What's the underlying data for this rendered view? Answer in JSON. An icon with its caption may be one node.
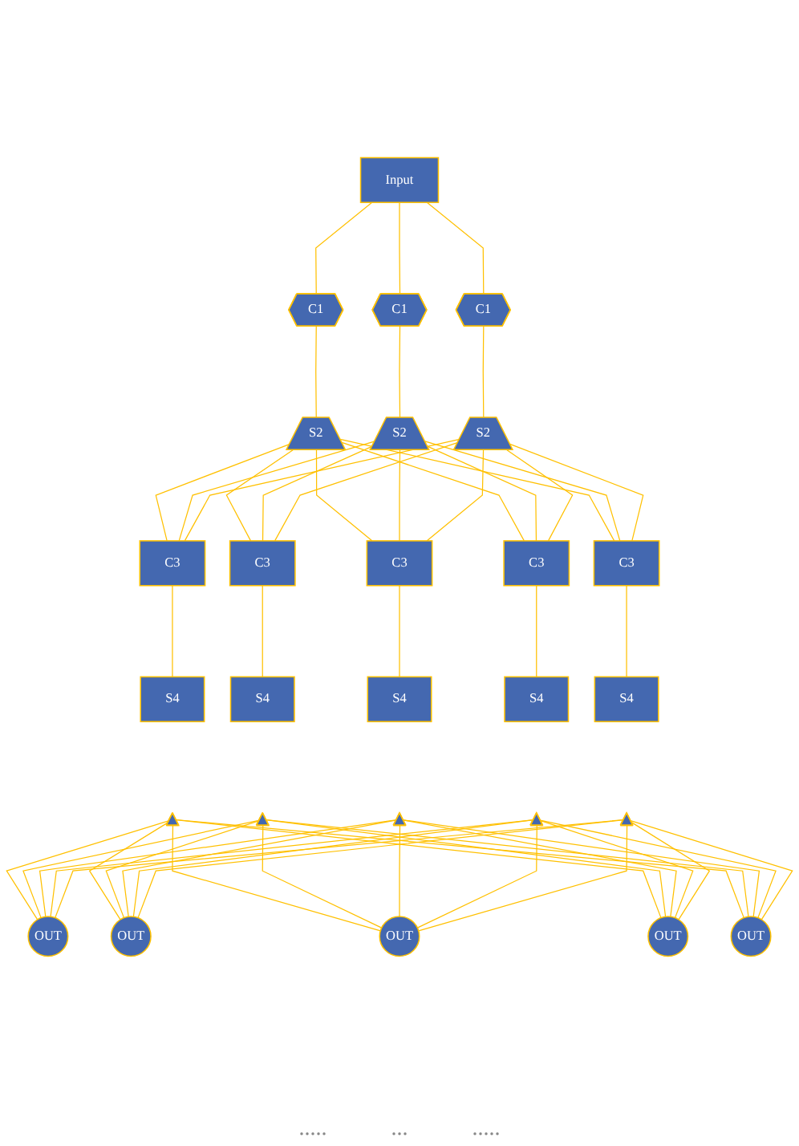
{
  "diagram": {
    "nodes": [
      {
        "text": [
          "Input"
        ]
      },
      {
        "text": [
          "C1"
        ]
      },
      {
        "text": [
          "C1"
        ]
      },
      {
        "text": [
          "C1"
        ]
      },
      {
        "text": [
          "S2"
        ]
      },
      {
        "text": [
          "S2"
        ]
      },
      {
        "text": [
          "S2"
        ]
      },
      {
        "text": [
          "C3"
        ]
      },
      {
        "text": [
          "C3"
        ]
      },
      {
        "text": [
          "C3"
        ]
      },
      {
        "text": [
          "C3"
        ]
      },
      {
        "text": [
          "C3"
        ]
      },
      {
        "text": [
          "S4"
        ]
      },
      {
        "text": [
          "S4"
        ]
      },
      {
        "text": [
          "S4"
        ]
      },
      {
        "text": [
          "S4"
        ]
      },
      {
        "text": [
          "S4"
        ]
      },
      {
        "text": [],
        "shape": "triangle"
      },
      {
        "text": [],
        "shape": "triangle"
      },
      {
        "text": [],
        "shape": "triangle"
      },
      {
        "text": [],
        "shape": "triangle"
      },
      {
        "text": [],
        "shape": "triangle"
      },
      {
        "text": [
          "OUT"
        ]
      },
      {
        "text": [
          "OUT"
        ]
      },
      {
        "text": [
          "OUT"
        ]
      },
      {
        "text": [
          "OUT"
        ]
      },
      {
        "text": [
          "OUT"
        ]
      }
    ],
    "edges": [
      {
        "from": 0,
        "to": 1,
        "arrow": "none"
      },
      {
        "from": 0,
        "to": 2,
        "arrow": "none"
      },
      {
        "from": 0,
        "to": 3,
        "arrow": "none"
      },
      {
        "from": 1,
        "to": 4,
        "arrow": "none"
      },
      {
        "from": 2,
        "to": 5,
        "arrow": "none"
      },
      {
        "from": 3,
        "to": 6,
        "arrow": "none"
      },
      {
        "from": 4,
        "to": 7,
        "arrow": "none"
      },
      {
        "from": 4,
        "to": 8,
        "arrow": "none"
      },
      {
        "from": 4,
        "to": 9,
        "arrow": "none"
      },
      {
        "from": 4,
        "to": 10,
        "arrow": "none"
      },
      {
        "from": 4,
        "to": 11,
        "arrow": "none"
      },
      {
        "from": 5,
        "to": 7,
        "arrow": "none"
      },
      {
        "from": 5,
        "to": 8,
        "arrow": "none"
      },
      {
        "from": 5,
        "to": 9,
        "arrow": "none"
      },
      {
        "from": 5,
        "to": 10,
        "arrow": "none"
      },
      {
        "from": 5,
        "to": 11,
        "arrow": "none"
      },
      {
        "from": 6,
        "to": 7,
        "arrow": "none"
      },
      {
        "from": 6,
        "to": 8,
        "arrow": "none"
      },
      {
        "from": 6,
        "to": 9,
        "arrow": "none"
      },
      {
        "from": 6,
        "to": 10,
        "arrow": "none"
      },
      {
        "from": 6,
        "to": 11,
        "arrow": "none"
      },
      {
        "from": 7,
        "to": 12,
        "arrow": "none"
      },
      {
        "from": 8,
        "to": 13,
        "arrow": "none"
      },
      {
        "from": 9,
        "to": 14,
        "arrow": "none"
      },
      {
        "from": 10,
        "to": 15,
        "arrow": "none"
      },
      {
        "from": 11,
        "to": 16,
        "arrow": "none"
      },
      {
        "from": 17,
        "to": 22,
        "arrow": "none"
      },
      {
        "from": 17,
        "to": 23,
        "arrow": "none"
      },
      {
        "from": 17,
        "to": 24,
        "arrow": "none"
      },
      {
        "from": 17,
        "to": 25,
        "arrow": "none"
      },
      {
        "from": 17,
        "to": 26,
        "arrow": "none"
      },
      {
        "from": 18,
        "to": 22,
        "arrow": "none"
      },
      {
        "from": 18,
        "to": 23,
        "arrow": "none"
      },
      {
        "from": 18,
        "to": 24,
        "arrow": "none"
      },
      {
        "from": 18,
        "to": 25,
        "arrow": "none"
      },
      {
        "from": 18,
        "to": 26,
        "arrow": "none"
      },
      {
        "from": 19,
        "to": 22,
        "arrow": "none"
      },
      {
        "from": 19,
        "to": 23,
        "arrow": "none"
      },
      {
        "from": 19,
        "to": 24,
        "arrow": "none"
      },
      {
        "from": 19,
        "to": 25,
        "arrow": "none"
      },
      {
        "from": 19,
        "to": 26,
        "arrow": "none"
      },
      {
        "from": 20,
        "to": 22,
        "arrow": "none"
      },
      {
        "from": 20,
        "to": 23,
        "arrow": "none"
      },
      {
        "from": 20,
        "to": 24,
        "arrow": "none"
      },
      {
        "from": 20,
        "to": 25,
        "arrow": "none"
      },
      {
        "from": 20,
        "to": 26,
        "arrow": "none"
      },
      {
        "from": 21,
        "to": 22,
        "arrow": "none"
      },
      {
        "from": 21,
        "to": 23,
        "arrow": "none"
      },
      {
        "from": 21,
        "to": 24,
        "arrow": "none"
      },
      {
        "from": 21,
        "to": 25,
        "arrow": "none"
      },
      {
        "from": 21,
        "to": 26,
        "arrow": "none"
      }
    ],
    "labels": [
      ".....",
      "...",
      "....."
    ]
  }
}
